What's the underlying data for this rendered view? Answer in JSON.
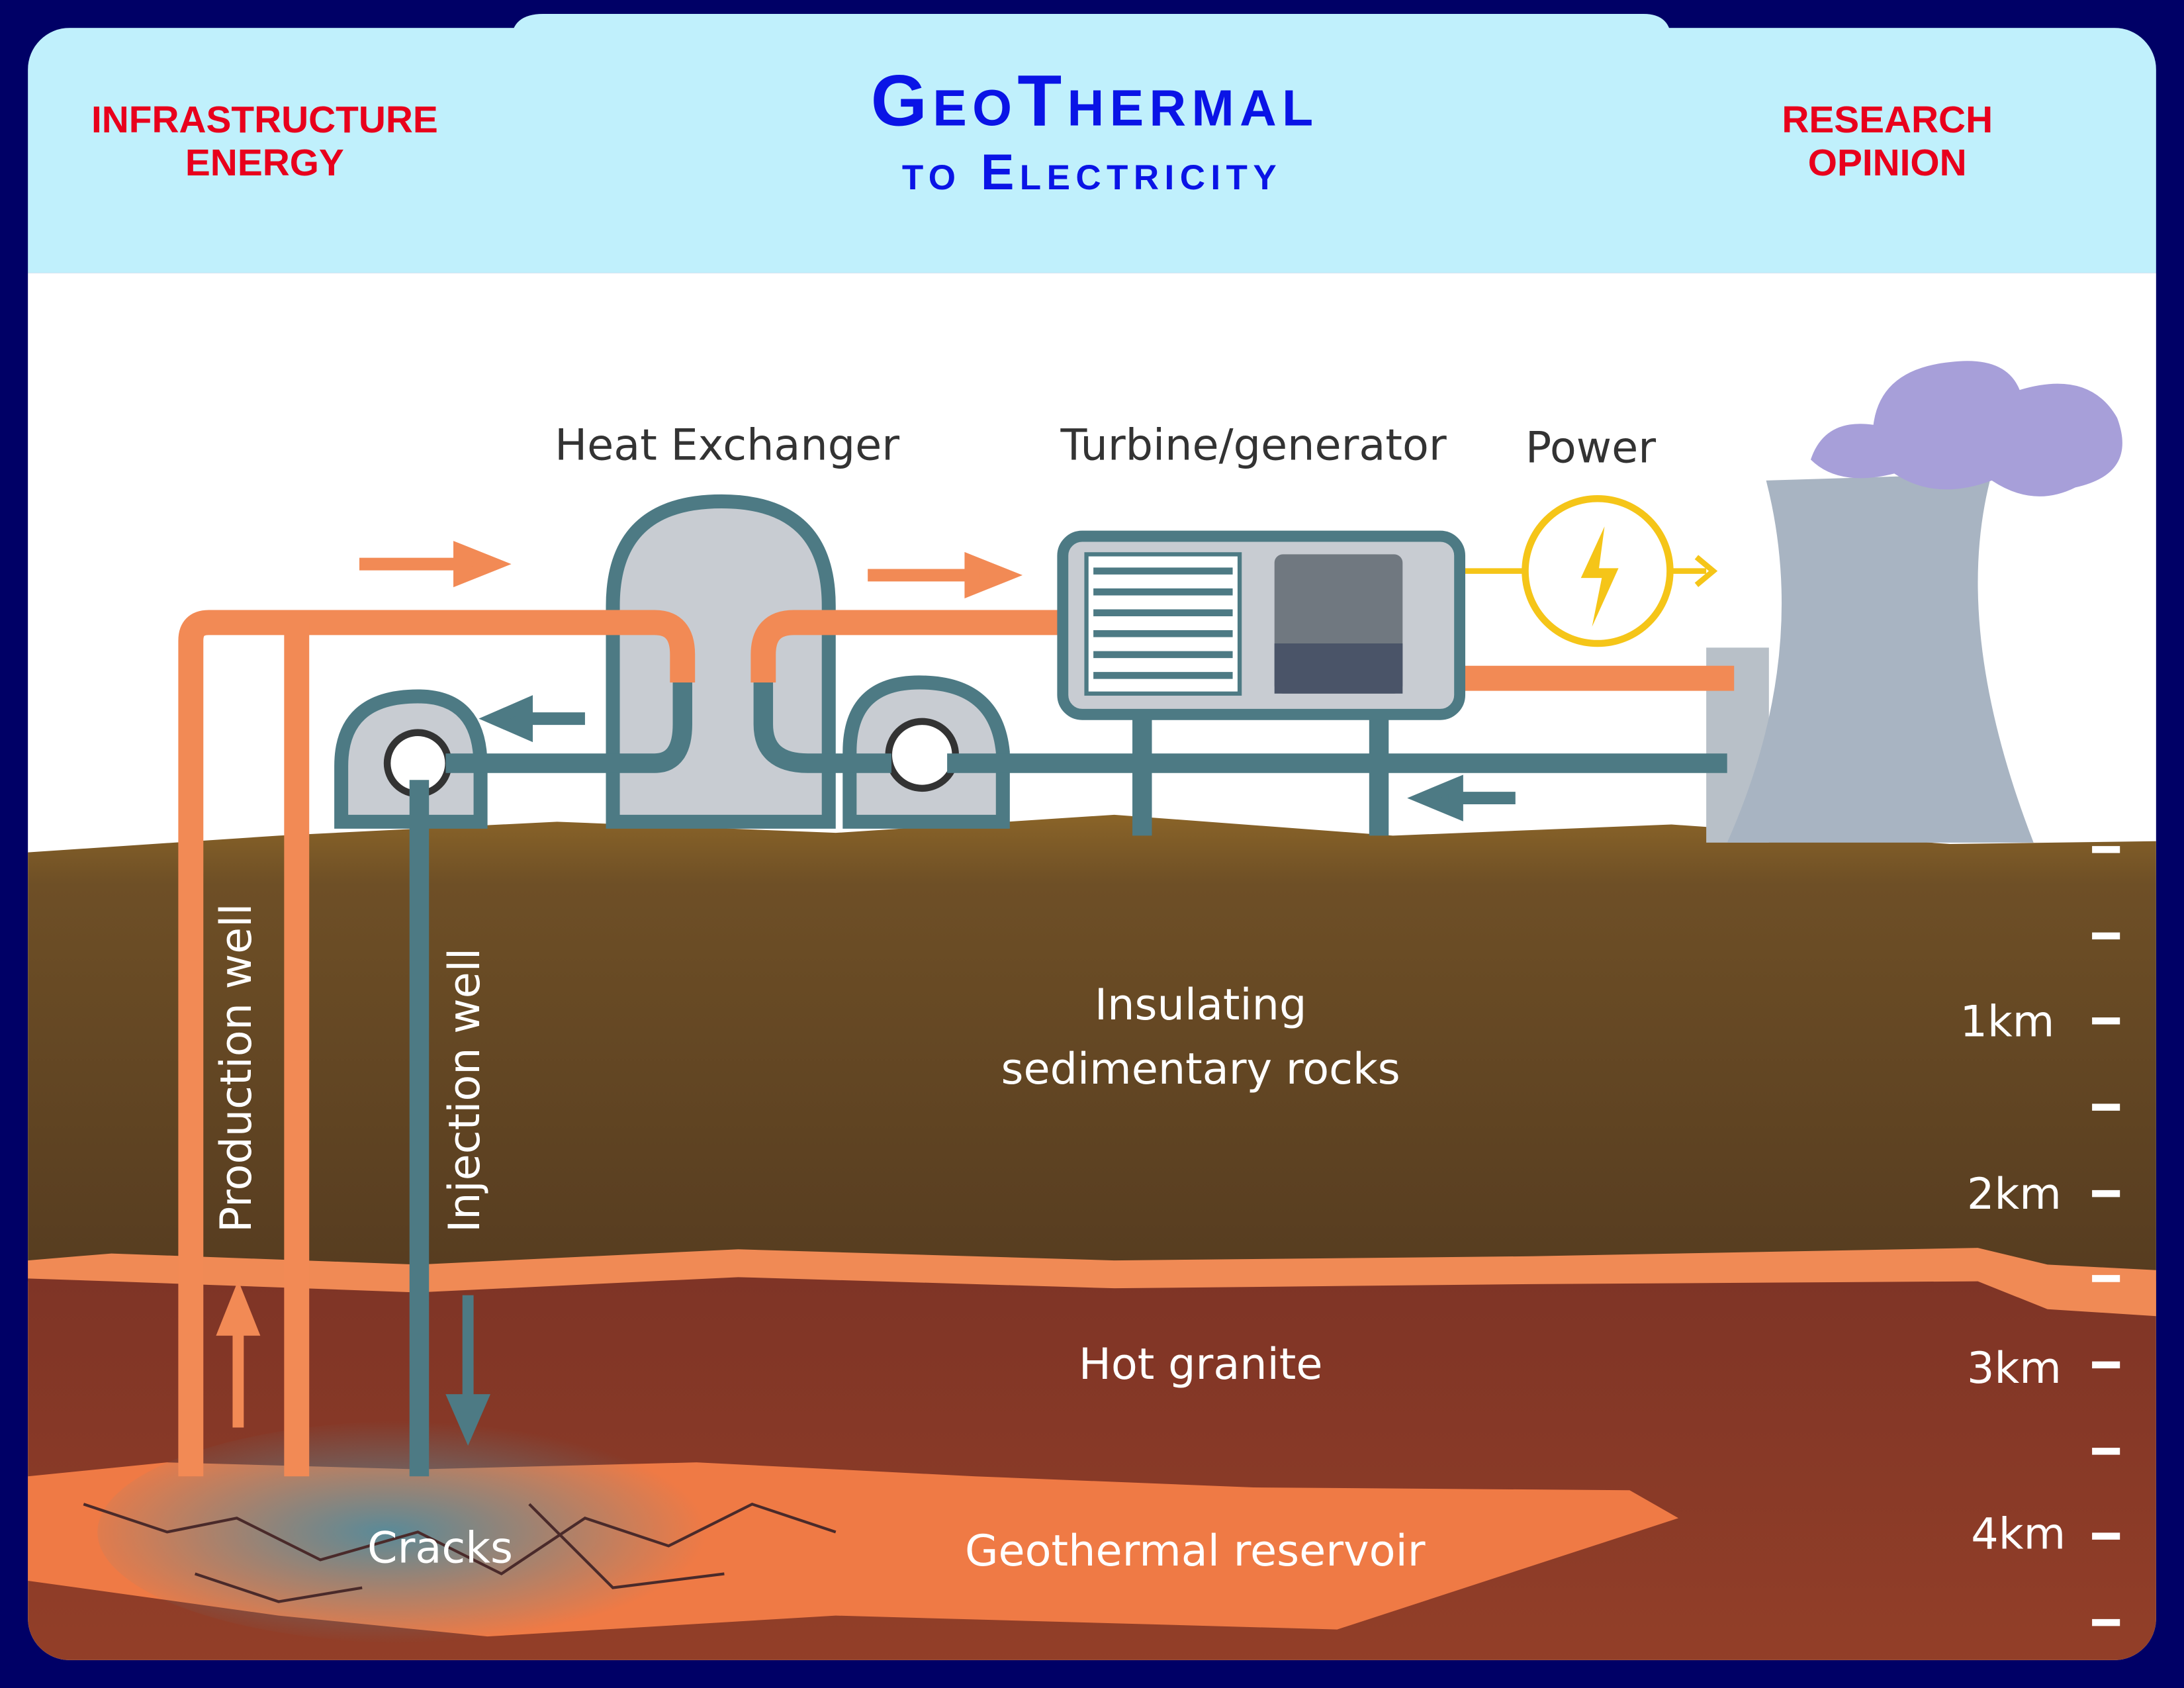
{
  "header": {
    "left_line1": "INFRASTRUCTURE",
    "left_line2": "ENERGY",
    "title_line1": "GeoThermal",
    "title_line2": "to Electricity",
    "right_line1": "RESEARCH",
    "right_line2": "OPINION"
  },
  "diagram": {
    "heat_exchanger": "Heat Exchanger",
    "turbine": "Turbine/generator",
    "power": "Power",
    "production_well": "Production well",
    "injection_well": "Injection well",
    "insulating_line1": "Insulating",
    "insulating_line2": "sedimentary rocks",
    "hot_granite": "Hot granite",
    "cracks": "Cracks",
    "reservoir": "Geothermal reservoir"
  },
  "depth_scale": {
    "labels": [
      "1km",
      "2km",
      "3km",
      "4km"
    ]
  },
  "colors": {
    "background": "#000066",
    "header_bg": "#c0f0fc",
    "hot_pipe": "#f28a55",
    "cold_pipe": "#4d7a84",
    "power_yellow": "#f5c518"
  }
}
